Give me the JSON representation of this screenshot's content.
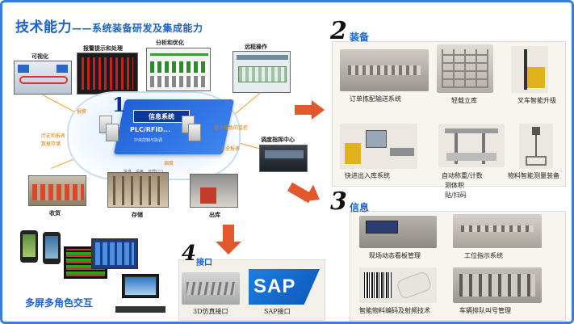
{
  "header": {
    "title_main": "技术能力",
    "title_sub": "——系统装备研发及集成能力"
  },
  "diagram": {
    "number": "1",
    "info_system": "信息系统",
    "plc": "PLC/RFID...",
    "plc_sub": "中央控制与协调",
    "top_labels": {
      "visual": "可视化",
      "alarm": "报警提示和处理",
      "analysis": "分析和优化",
      "remote": "远程操作"
    },
    "side_labels": {
      "warning": "报警",
      "history": "历史和报表",
      "history2": "数据存储",
      "dispatch": "调度指挥中心",
      "roles": "基于角色的监控",
      "security": "安全报表",
      "bottom_mid": "调度",
      "bottom_left": "信息、设备、运营(一)"
    },
    "bottom_labels": {
      "receive": "收货",
      "storage": "存储",
      "outbound": "出库"
    },
    "multi_screen": "多屏多角色交互"
  },
  "section2": {
    "number": "2",
    "name": "装备",
    "items": [
      "订单拣配输送系统",
      "轻载立库",
      "叉车智能升级",
      "快进出入库系统",
      "自动称重/计数测体积贴扫码",
      "物料智能测量装备"
    ],
    "item5_line1": "自动称重/计数",
    "item5_line2": "测体积",
    "item5_line3": "贴/扫码"
  },
  "section3": {
    "number": "3",
    "name": "信息",
    "items": [
      "现场动态看板管理",
      "工位指示系统",
      "智能物料编码及射频技术",
      "车辆排队叫号管理"
    ]
  },
  "section4": {
    "number": "4",
    "name": "接口",
    "items": [
      "3D仿真接口",
      "SAP接口"
    ],
    "sap_logo": "SAP"
  },
  "colors": {
    "accent": "#1a63c9",
    "arrow": "#e2572b",
    "frame": "#3b7dd8"
  }
}
